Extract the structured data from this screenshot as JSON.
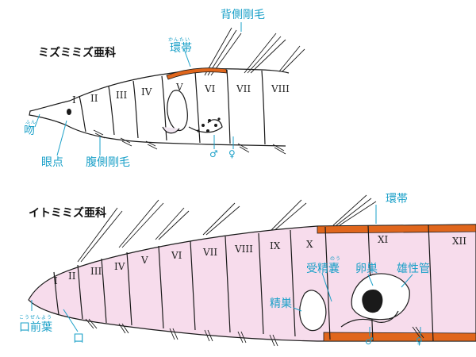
{
  "top_diagram": {
    "title": "ミズミミズ亜科",
    "labels": {
      "dorsal_setae": "背側剛毛",
      "clitellum": "環帯",
      "clitellum_ruby": "かんたい",
      "prostomium": "吻",
      "prostomium_ruby": "ふん",
      "eyespot": "眼点",
      "ventral_setae": "腹側剛毛",
      "male": "♂",
      "female": "♀"
    },
    "segments": [
      "I",
      "II",
      "III",
      "IV",
      "V",
      "VI",
      "VII",
      "VIII"
    ]
  },
  "bottom_diagram": {
    "title": "イトミミズ亜科",
    "labels": {
      "clitellum": "環帯",
      "spermatheca": "受精嚢",
      "spermatheca_ruby": "のう",
      "ovary": "卵巣",
      "male_duct": "雄性管",
      "testis": "精巣",
      "prostomium": "口前葉",
      "prostomium_ruby": "こうぜんよう",
      "mouth": "口",
      "male": "♂",
      "female": "♀"
    },
    "segments": [
      "I",
      "II",
      "III",
      "IV",
      "V",
      "VI",
      "VII",
      "VIII",
      "IX",
      "X",
      "XI",
      "XII"
    ]
  },
  "colors": {
    "label": "#1aa0c8",
    "clitellum": "#e0661c",
    "body_bottom": "#f7dcec",
    "outline": "#1a1a1a"
  }
}
